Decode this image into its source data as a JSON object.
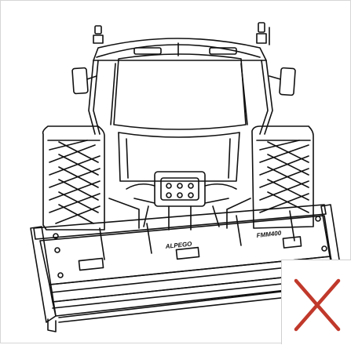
{
  "image": {
    "subject": "tractor-front-with-mounted-implement"
  },
  "implement": {
    "brand_label_left": "ALPEGO",
    "brand_label_right": "FMM400"
  },
  "status": {
    "icon": "red-x-icon",
    "accent_color": "#c0392b"
  }
}
